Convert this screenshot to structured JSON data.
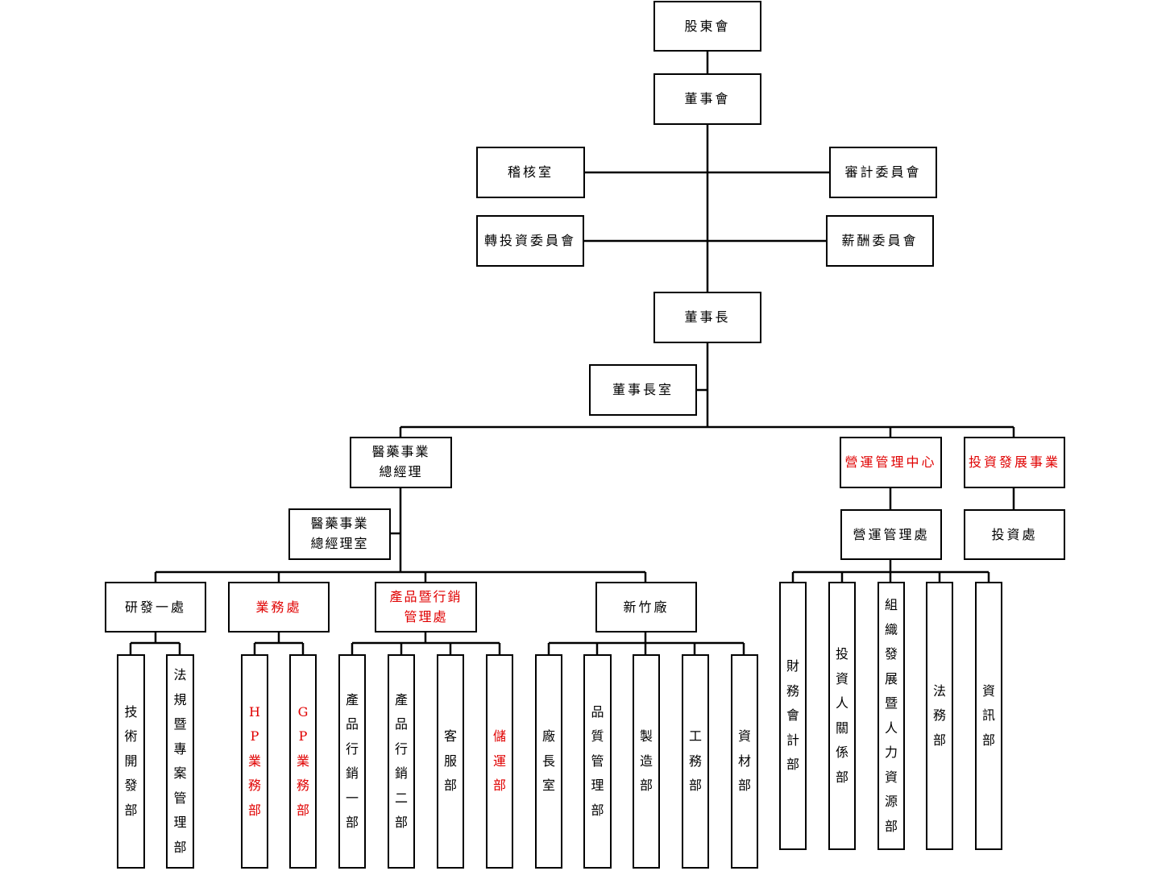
{
  "governance": {
    "shareholders": "股東會",
    "board": "董事會",
    "audit_office": "稽核室",
    "audit_committee": "審計委員會",
    "investment_committee": "轉投資委員會",
    "compensation_committee": "薪酬委員會",
    "chairman": "董事長",
    "chairman_office": "董事長室"
  },
  "pharma": {
    "gm_line1": "醫藥事業",
    "gm_line2": "總經理",
    "gm_office_line1": "醫藥事業",
    "gm_office_line2": "總經理室",
    "rnd": "研發一處",
    "rnd_depts": [
      "技術開發部",
      "法規暨專案管理部"
    ],
    "sales": "業務處",
    "sales_depts": [
      "HP業務部",
      "GP業務部"
    ],
    "marketing_line1": "產品暨行銷",
    "marketing_line2": "管理處",
    "marketing_depts": [
      "產品行銷一部",
      "產品行銷二部",
      "客服部",
      "儲運部"
    ],
    "plant": "新竹廠",
    "plant_depts": [
      "廠長室",
      "品質管理部",
      "製造部",
      "工務部",
      "資材部"
    ]
  },
  "operations": {
    "center": "營運管理中心",
    "division": "營運管理處",
    "depts": [
      "財務會計部",
      "投資人關係部",
      "組織發展暨人力資源部",
      "法務部",
      "資訊部"
    ]
  },
  "investment": {
    "business": "投資發展事業",
    "division": "投資處"
  },
  "colors": {
    "highlight": "#e00000",
    "line": "#000000"
  }
}
